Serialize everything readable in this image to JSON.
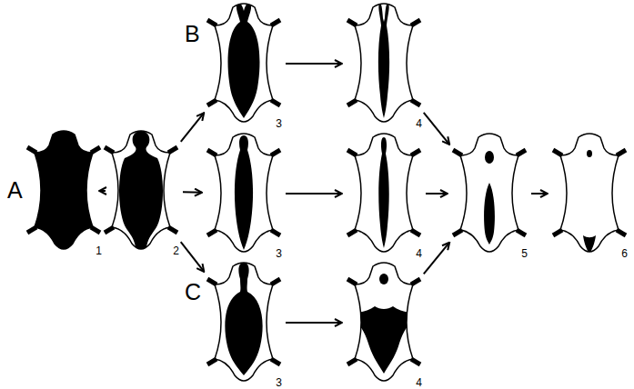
{
  "diagram": {
    "nodes": [
      {
        "text": [
          "1"
        ]
      },
      {
        "text": [
          "2"
        ]
      },
      {
        "text": [
          "3"
        ]
      },
      {
        "text": [
          "4"
        ]
      },
      {
        "text": [
          "3"
        ]
      },
      {
        "text": [
          "4"
        ]
      },
      {
        "text": [
          "5"
        ]
      },
      {
        "text": [
          "6"
        ]
      },
      {
        "text": [
          "3"
        ]
      },
      {
        "text": [
          "4"
        ]
      }
    ],
    "edges": [
      {
        "from": 0,
        "to": 1,
        "arrow": "to"
      },
      {
        "from": 1,
        "to": 2,
        "arrow": "to"
      },
      {
        "from": 1,
        "to": 4,
        "arrow": "to"
      },
      {
        "from": 1,
        "to": 8,
        "arrow": "to"
      },
      {
        "from": 2,
        "to": 3,
        "arrow": "to"
      },
      {
        "from": 4,
        "to": 5,
        "arrow": "to"
      },
      {
        "from": 8,
        "to": 9,
        "arrow": "to"
      },
      {
        "from": 3,
        "to": 6,
        "arrow": "to"
      },
      {
        "from": 5,
        "to": 6,
        "arrow": "to"
      },
      {
        "from": 9,
        "to": 6,
        "arrow": "to"
      },
      {
        "from": 6,
        "to": 7,
        "arrow": "to"
      }
    ],
    "labels": [
      "A",
      "B",
      "C"
    ]
  }
}
